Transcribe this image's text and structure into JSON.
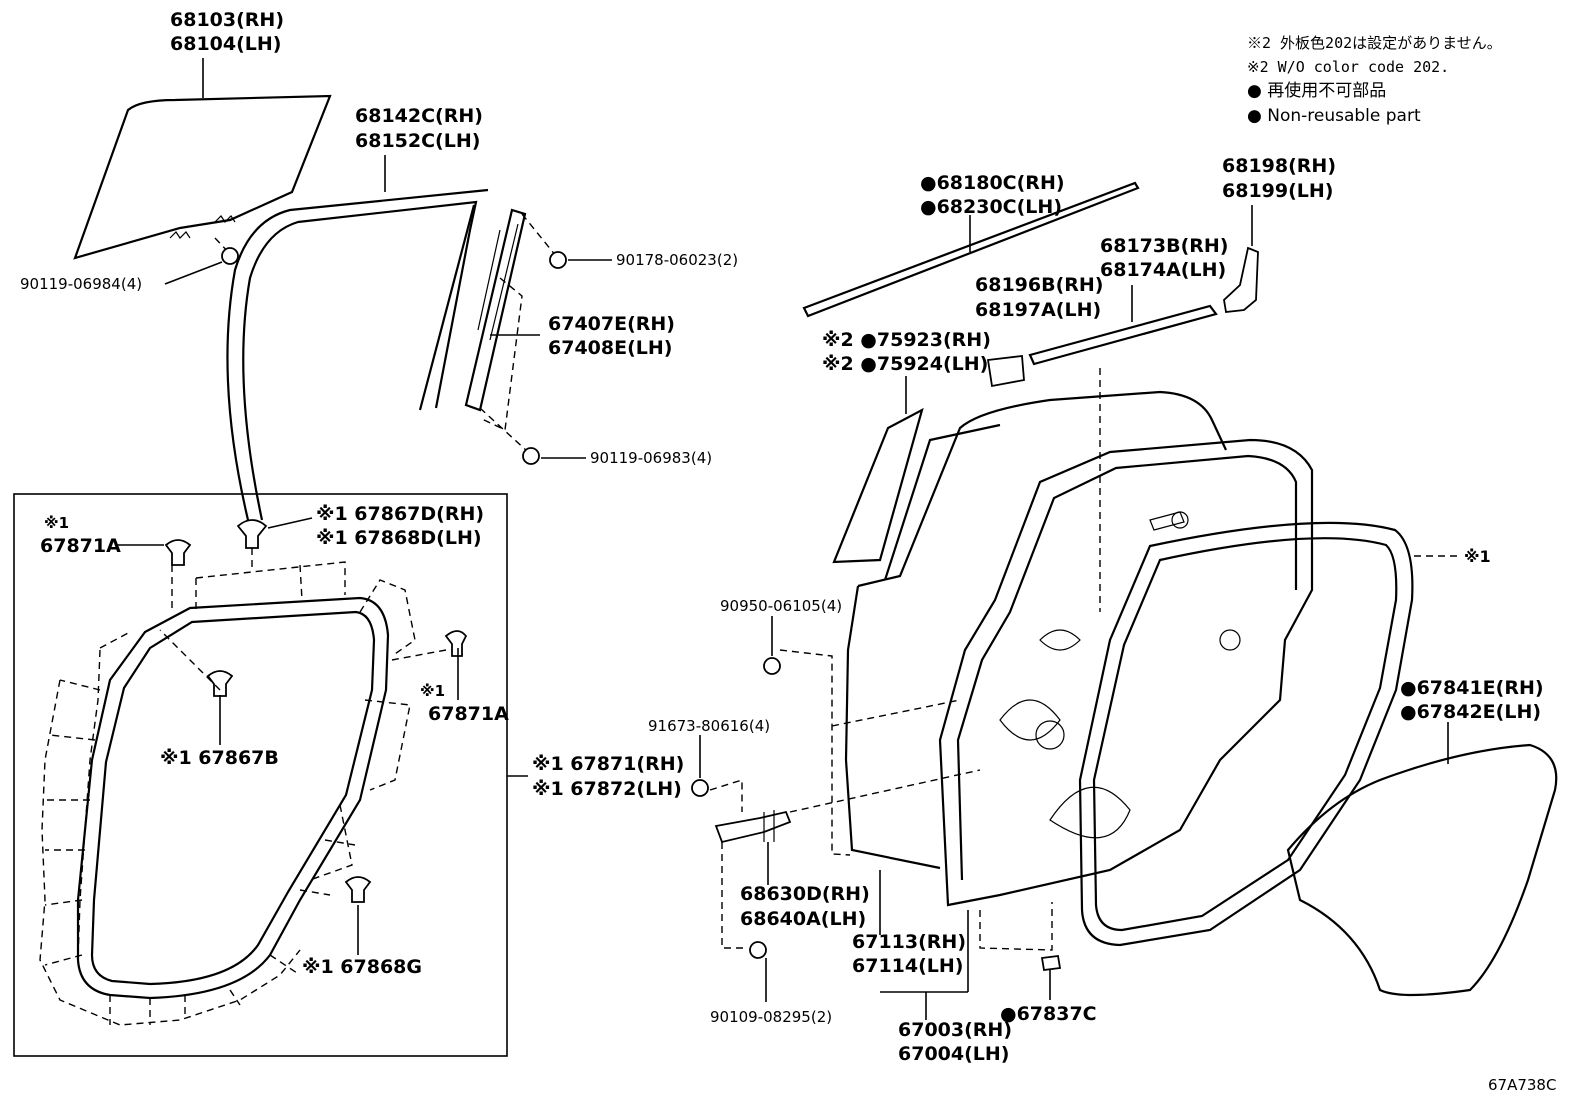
{
  "notes": {
    "line1": "※2 外板色202は設定がありません。",
    "line2": "※2 W/O color code 202.",
    "line3": "● 再使用不可部品",
    "line4": "● Non-reusable part"
  },
  "labels": {
    "p68103": "68103(RH)",
    "p68104": "68104(LH)",
    "p68142c": "68142C(RH)",
    "p68152c": "68152C(LH)",
    "p90119_06984": "90119-06984(4)",
    "p90178_06023": "90178-06023(2)",
    "p67407e": "67407E(RH)",
    "p67408e": "67408E(LH)",
    "p90119_06983": "90119-06983(4)",
    "p68180c": "●68180C(RH)",
    "p68230c": "●68230C(LH)",
    "p68198": "68198(RH)",
    "p68199": "68199(LH)",
    "p68173b": "68173B(RH)",
    "p68174a": "68174A(LH)",
    "p68196b": "68196B(RH)",
    "p68197a": "68197A(LH)",
    "p75923": "※2 ●75923(RH)",
    "p75924": "※2 ●75924(LH)",
    "p67871a_top_mark": "※1",
    "p67871a_top": "67871A",
    "p67867d": "※1 67867D(RH)",
    "p67868d": "※1 67868D(LH)",
    "p67871a_right_mark": "※1",
    "p67871a_right": "67871A",
    "p67867b": "※1 67867B",
    "p67868g": "※1 67868G",
    "p67871": "※1 67871(RH)",
    "p67872": "※1 67872(LH)",
    "p90950": "90950-06105(4)",
    "p91673": "91673-80616(4)",
    "p68630d": "68630D(RH)",
    "p68640a": "68640A(LH)",
    "p90109": "90109-08295(2)",
    "p67113": "67113(RH)",
    "p67114": "67114(LH)",
    "p67003": "67003(RH)",
    "p67004": "67004(LH)",
    "p67837c": "●67837C",
    "p67841e": "●67841E(RH)",
    "p67842e": "●67842E(LH)",
    "p_mark1_right": "※1"
  },
  "figure_code": "67A738C"
}
